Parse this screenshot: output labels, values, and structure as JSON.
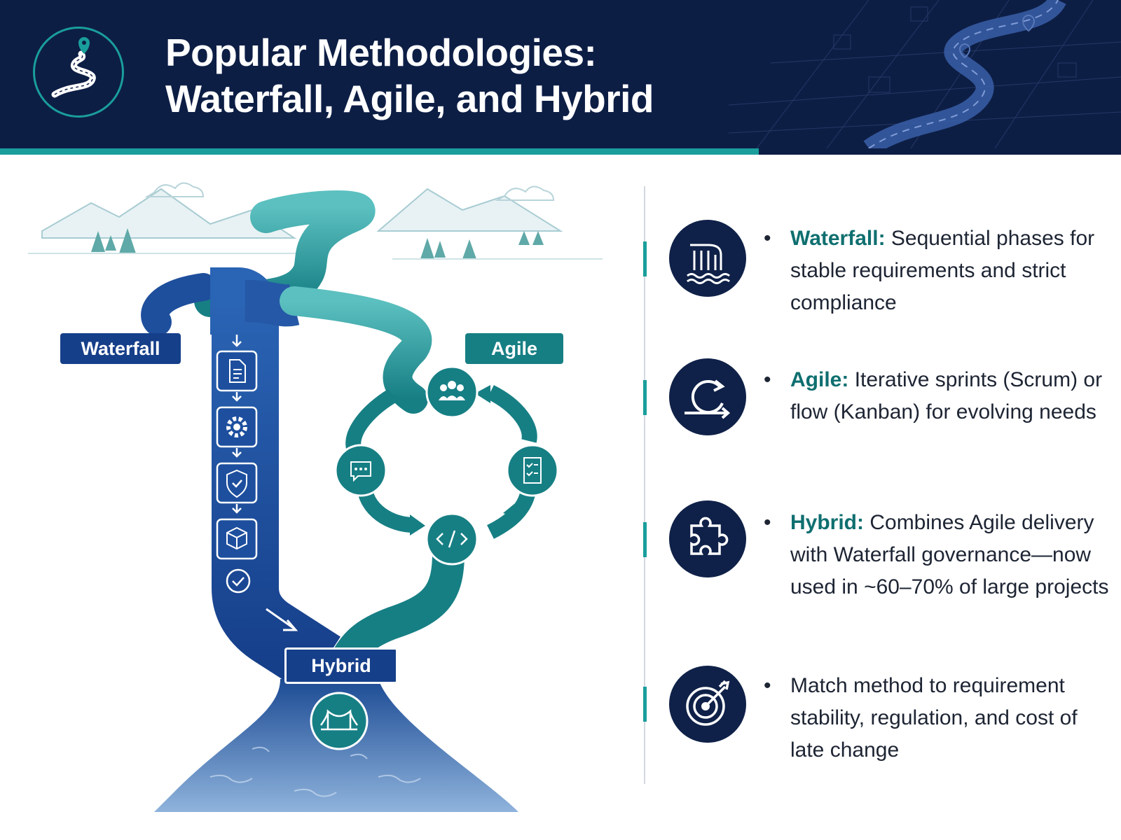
{
  "header": {
    "title_line1": "Popular Methodologies:",
    "title_line2": "Waterfall, Agile, and Hybrid",
    "logo_icon": "winding-road-pin-icon"
  },
  "colors": {
    "navy": "#0d1e45",
    "teal": "#1a9e9b",
    "dark_teal": "#0f6f70",
    "blue": "#1e4f9c"
  },
  "diagram": {
    "waterfall_label": "Waterfall",
    "agile_label": "Agile",
    "hybrid_label": "Hybrid",
    "waterfall_steps": [
      "document-icon",
      "gear-icon",
      "shield-check-icon",
      "package-box-icon",
      "check-circle-icon"
    ],
    "agile_cycle": [
      "team-icon",
      "checklist-icon",
      "code-icon",
      "chat-icon"
    ],
    "hybrid_icon": "bridge-icon"
  },
  "items": [
    {
      "icon": "waterfall-icon",
      "term": "Waterfall:",
      "text": "Sequential phases for stable requirements and strict compliance"
    },
    {
      "icon": "iterative-cycle-icon",
      "term": "Agile:",
      "text": "Iterative sprints (Scrum) or flow (Kanban) for evolving needs"
    },
    {
      "icon": "puzzle-piece-icon",
      "term": "Hybrid:",
      "text": "Combines Agile delivery with Waterfall governance—now used in ~60–70% of large projects"
    },
    {
      "icon": "target-icon",
      "term": "",
      "text": "Match method to requirement stability, regulation, and cost of late change"
    }
  ]
}
